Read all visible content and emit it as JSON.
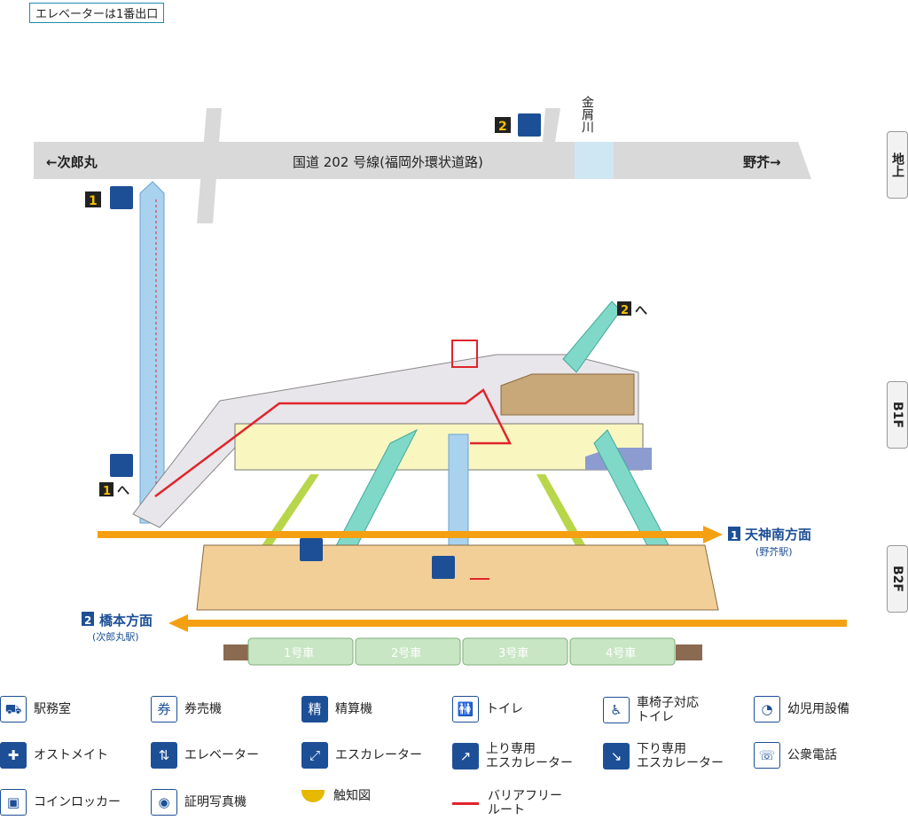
{
  "top_note": "エレベーターは1番出口",
  "floors": [
    "地上",
    "B1F",
    "B2F"
  ],
  "road": {
    "name": "国道 202 号線(福岡外環状道路)",
    "left": "←次郎丸",
    "right": "野芥→"
  },
  "river": "金屑川",
  "exits": {
    "exit1": "1",
    "exit2": "2",
    "to": "へ"
  },
  "directions": [
    {
      "num": "1",
      "name": "天神南方面",
      "station": "(野芥駅)"
    },
    {
      "num": "2",
      "name": "橋本方面",
      "station": "(次郎丸駅)"
    }
  ],
  "cars": [
    "1号車",
    "2号車",
    "3号車",
    "4号車"
  ],
  "colors": {
    "navy": "#1d4f96",
    "orange": "#f5a012",
    "route": "#e0242b",
    "platform": "#f3cf98",
    "concourse": "#faf6c0",
    "escalator": "#7fd8c8"
  },
  "legend": [
    {
      "icon": "station-office-icon",
      "label": "駅務室"
    },
    {
      "icon": "ticket-machine-icon",
      "label": "券売機"
    },
    {
      "icon": "fare-adjustment-icon",
      "label": "精算機"
    },
    {
      "icon": "toilet-icon",
      "label": "トイレ"
    },
    {
      "icon": "wheelchair-icon",
      "label": "車椅子対応\nトイレ"
    },
    {
      "icon": "baby-icon",
      "label": "幼児用設備"
    },
    {
      "icon": "ostomate-icon",
      "label": "オストメイト"
    },
    {
      "icon": "elevator-icon",
      "label": "エレベーター"
    },
    {
      "icon": "escalator-icon",
      "label": "エスカレーター"
    },
    {
      "icon": "escalator-up-icon",
      "label": "上り専用\nエスカレーター"
    },
    {
      "icon": "escalator-down-icon",
      "label": "下り専用\nエスカレーター"
    },
    {
      "icon": "phone-icon",
      "label": "公衆電話"
    },
    {
      "icon": "coin-locker-icon",
      "label": "コインロッカー"
    },
    {
      "icon": "photo-booth-icon",
      "label": "証明写真機"
    },
    {
      "icon": "tactile-map-icon",
      "label": "触知図"
    },
    {
      "icon": "barrier-free-route-icon",
      "label": "バリアフリー\nルート"
    }
  ]
}
